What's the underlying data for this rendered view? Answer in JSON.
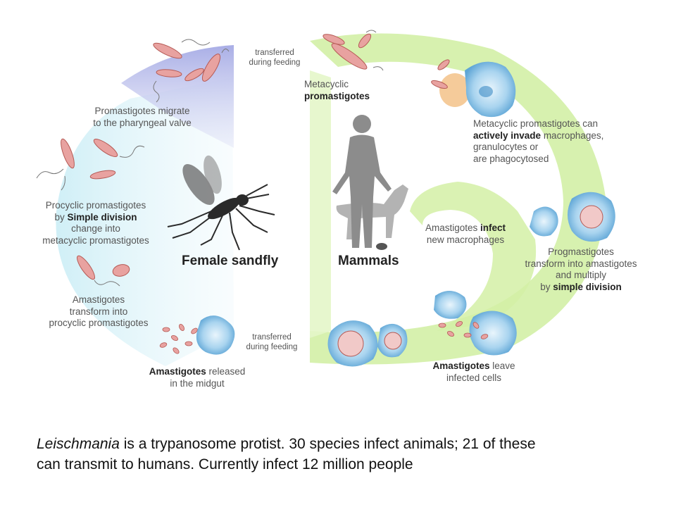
{
  "colors": {
    "sandfly_arc_purple": "#b9bde9",
    "sandfly_arc_lightblue": "#cdeef6",
    "mammal_arc_green": "#d3f0a6",
    "macrophage_blue": "#8fc4e6",
    "parasite_pink": "#e8a2a0"
  },
  "labels": {
    "transferred_top": [
      "transferred",
      "during feeding"
    ],
    "transferred_bottom": [
      "transferred",
      "during feeding"
    ],
    "promastigotes_migrate": [
      "Promastigotes migrate",
      "to the pharyngeal valve"
    ],
    "procyclic": {
      "line1": "Procyclic promastigotes",
      "line2_pre": "by ",
      "line2_bold": "Simple division",
      "line3": "change into",
      "line4": "metacyclic promastigotes"
    },
    "amastigotes_transform": [
      "Amastigotes",
      "transform into",
      "procyclic promastigotes"
    ],
    "amastigotes_released": {
      "bold": "Amastigotes",
      "rest": " released",
      "line2": "in the midgut"
    },
    "metacyclic": {
      "line1": "Metacyclic",
      "line2_bold": "promastigotes"
    },
    "invade": {
      "line1": "Metacyclic promastigotes can",
      "line2_bold": "actively invade",
      "line2_rest": " macrophages,",
      "line3": "granulocytes or",
      "line4": "are phagocytosed"
    },
    "infect": {
      "pre": "Amastigotes ",
      "bold": "infect",
      "line2": "new macrophages"
    },
    "progmastigotes": {
      "line1": "Progmastigotes",
      "line2": "transform into amastigotes",
      "line3": "and multiply",
      "line4_pre": "by ",
      "line4_bold": "simple division"
    },
    "leave": {
      "bold": "Amastigotes",
      "rest": " leave",
      "line2": "infected cells"
    },
    "female_sandfly": "Female sandfly",
    "mammals": "Mammals"
  },
  "icons": [
    "sandfly-icon",
    "human-silhouette-icon",
    "dog-silhouette-icon",
    "mouse-silhouette-icon",
    "promastigote-icon",
    "amastigote-icon",
    "macrophage-icon"
  ],
  "caption": {
    "italic": "Leischmania",
    "line1_rest": " is a trypanosome protist. 30 species infect animals; 21 of these",
    "line2": "can transmit to humans.  Currently infect 12 million people"
  }
}
